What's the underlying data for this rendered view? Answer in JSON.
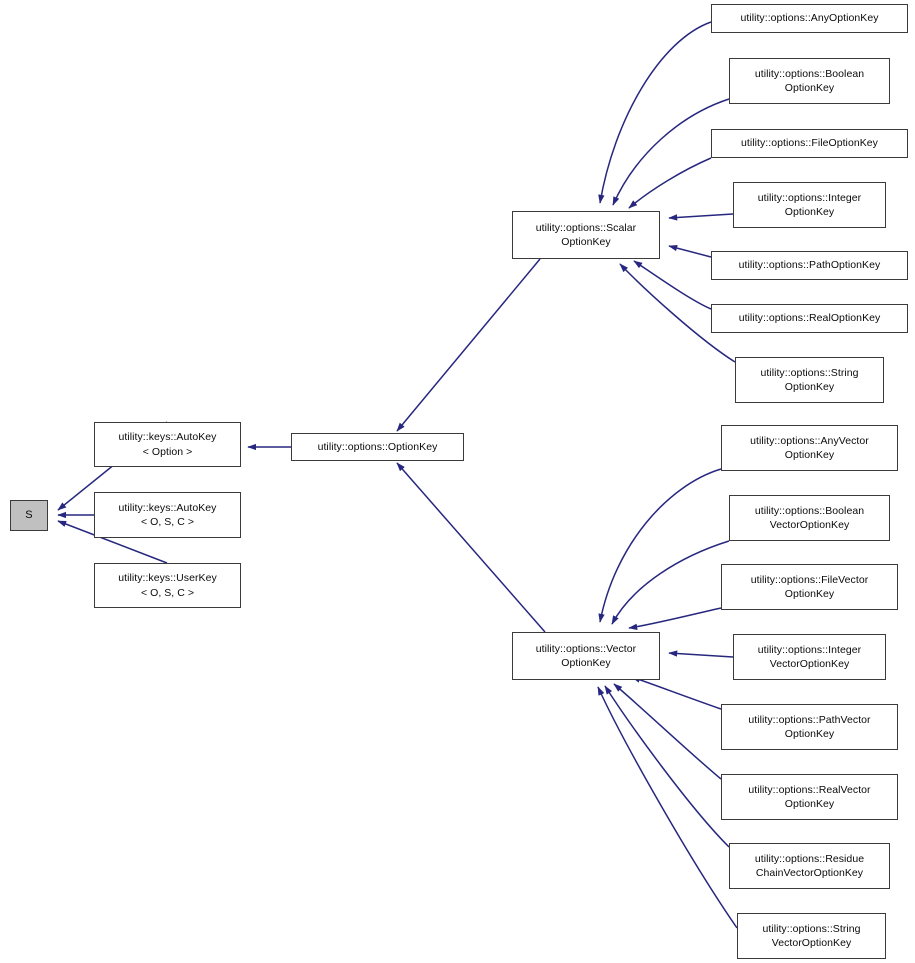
{
  "diagram": {
    "title": "utility::options::OptionKey inheritance diagram",
    "edge_color": "#27277f",
    "node_border_color": "#3b3b3b",
    "node_fill_color": "#ffffff",
    "root_fill_color": "#c0c0c0",
    "background_color": "#ffffff"
  },
  "nodes": {
    "root": {
      "label": "S"
    },
    "left_column": [
      {
        "label": "utility::keys::AutoKey\n< Option >"
      },
      {
        "label": "utility::keys::AutoKey\n< O, S, C >"
      },
      {
        "label": "utility::keys::UserKey\n< O, S, C >"
      }
    ],
    "option_key": {
      "label": "utility::options::OptionKey"
    },
    "scalar_option_key": {
      "label": "utility::options::Scalar\nOptionKey"
    },
    "vector_option_key": {
      "label": "utility::options::Vector\nOptionKey"
    },
    "scalar_subclasses": [
      {
        "label": "utility::options::AnyOptionKey"
      },
      {
        "label": "utility::options::Boolean\nOptionKey"
      },
      {
        "label": "utility::options::FileOptionKey"
      },
      {
        "label": "utility::options::Integer\nOptionKey"
      },
      {
        "label": "utility::options::PathOptionKey"
      },
      {
        "label": "utility::options::RealOptionKey"
      },
      {
        "label": "utility::options::String\nOptionKey"
      }
    ],
    "vector_subclasses": [
      {
        "label": "utility::options::AnyVector\nOptionKey"
      },
      {
        "label": "utility::options::Boolean\nVectorOptionKey"
      },
      {
        "label": "utility::options::FileVector\nOptionKey"
      },
      {
        "label": "utility::options::Integer\nVectorOptionKey"
      },
      {
        "label": "utility::options::PathVector\nOptionKey"
      },
      {
        "label": "utility::options::RealVector\nOptionKey"
      },
      {
        "label": "utility::options::Residue\nChainVectorOptionKey"
      },
      {
        "label": "utility::options::String\nVectorOptionKey"
      }
    ]
  }
}
